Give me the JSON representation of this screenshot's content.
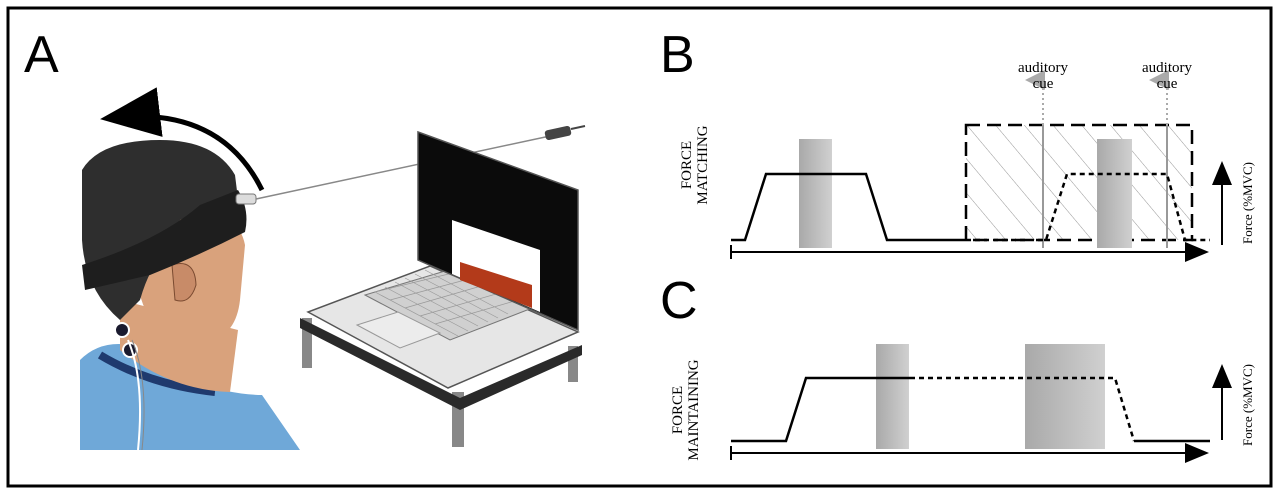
{
  "panels": {
    "a": {
      "letter": "A"
    },
    "b": {
      "letter": "B",
      "task_label_line1": "FORCE",
      "task_label_line2": "MATCHING",
      "axis_label": "Force (%MVC)",
      "cue_1_line1": "auditory",
      "cue_1_line2": "cue",
      "cue_2_line1": "auditory",
      "cue_2_line2": "cue"
    },
    "c": {
      "letter": "C",
      "task_label_line1": "FORCE",
      "task_label_line2": "MAINTAINING",
      "axis_label": "Force (%MVC)"
    }
  },
  "colors": {
    "line": "#000000",
    "shade": "#bdbdbd",
    "cue_arrow": "#aaaaaa",
    "skin": "#d9a27c",
    "hair": "#2e2e2e",
    "shirt": "#6fa8d8",
    "collar": "#1f3a6e",
    "screen_bar": "#b33a1a"
  }
}
